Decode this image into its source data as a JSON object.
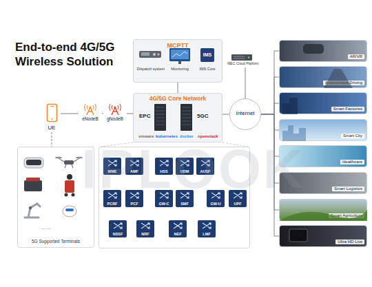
{
  "diagram": {
    "title": "End-to-end 4G/5G Wireless Solution",
    "nodes": [
      {
        "text": [
          "MCPTT"
        ]
      },
      {
        "text": [
          "Dispatch system"
        ],
        "in": 0
      },
      {
        "text": [
          "Monitoring"
        ],
        "in": 0
      },
      {
        "text": [
          "IMS",
          "IMS Core"
        ],
        "in": 0
      },
      {
        "text": [
          "MEC Cloud Platform"
        ]
      },
      {
        "text": [
          "UE"
        ]
      },
      {
        "text": [
          "eNodeB"
        ]
      },
      {
        "text": [
          "gNodeB"
        ]
      },
      {
        "text": [
          "4G/5G Core Network"
        ]
      },
      {
        "text": [
          "EPC"
        ],
        "in": 8
      },
      {
        "text": [
          "5GC"
        ],
        "in": 8
      },
      {
        "text": [
          "Internet"
        ]
      },
      {
        "text": [
          "AR/VR"
        ]
      },
      {
        "text": [
          "Autonomous Driving"
        ]
      },
      {
        "text": [
          "Smart Factories"
        ]
      },
      {
        "text": [
          "Smart City"
        ]
      },
      {
        "text": [
          "Healthcare"
        ]
      },
      {
        "text": [
          "Smart Logistics"
        ]
      },
      {
        "text": [
          "Smart Agriculture"
        ]
      },
      {
        "text": [
          "Ultra HD Live"
        ]
      },
      {
        "text": [
          "... ...",
          "5G Supported Terminals"
        ]
      },
      {
        "text": [
          "MME"
        ]
      },
      {
        "text": [
          "AMF"
        ]
      },
      {
        "text": [
          "HSS"
        ]
      },
      {
        "text": [
          "UDM"
        ]
      },
      {
        "text": [
          "AUSF"
        ]
      },
      {
        "text": [
          "PCRF"
        ]
      },
      {
        "text": [
          "PCF"
        ]
      },
      {
        "text": [
          "GW-C"
        ]
      },
      {
        "text": [
          "SMF"
        ]
      },
      {
        "text": [
          "GW-U"
        ]
      },
      {
        "text": [
          "UPF"
        ]
      },
      {
        "text": [
          "NSSF"
        ]
      },
      {
        "text": [
          "NRF"
        ]
      },
      {
        "text": [
          "NEF"
        ]
      },
      {
        "text": [
          "LMF"
        ]
      }
    ],
    "edges": [
      {
        "from": 5,
        "to": 6,
        "arrow": "none"
      },
      {
        "from": 6,
        "to": 7,
        "arrow": "none"
      },
      {
        "from": 7,
        "to": 8,
        "arrow": "none"
      },
      {
        "from": 8,
        "to": 0,
        "arrow": "none"
      },
      {
        "from": 8,
        "to": 11,
        "arrow": "none"
      },
      {
        "from": 11,
        "to": 4,
        "arrow": "none"
      },
      {
        "from": 11,
        "to": 12,
        "arrow": "none"
      },
      {
        "from": 11,
        "to": 13,
        "arrow": "none"
      },
      {
        "from": 11,
        "to": 14,
        "arrow": "none"
      },
      {
        "from": 11,
        "to": 15,
        "arrow": "none"
      },
      {
        "from": 11,
        "to": 16,
        "arrow": "none"
      },
      {
        "from": 11,
        "to": 17,
        "arrow": "none"
      },
      {
        "from": 11,
        "to": 18,
        "arrow": "none"
      },
      {
        "from": 11,
        "to": 19,
        "arrow": "none"
      },
      {
        "from": 5,
        "to": 20,
        "arrow": "none"
      }
    ],
    "labels": [
      "vmware",
      "kubernetes",
      "docker",
      "openstack",
      "IPLOOK"
    ]
  }
}
